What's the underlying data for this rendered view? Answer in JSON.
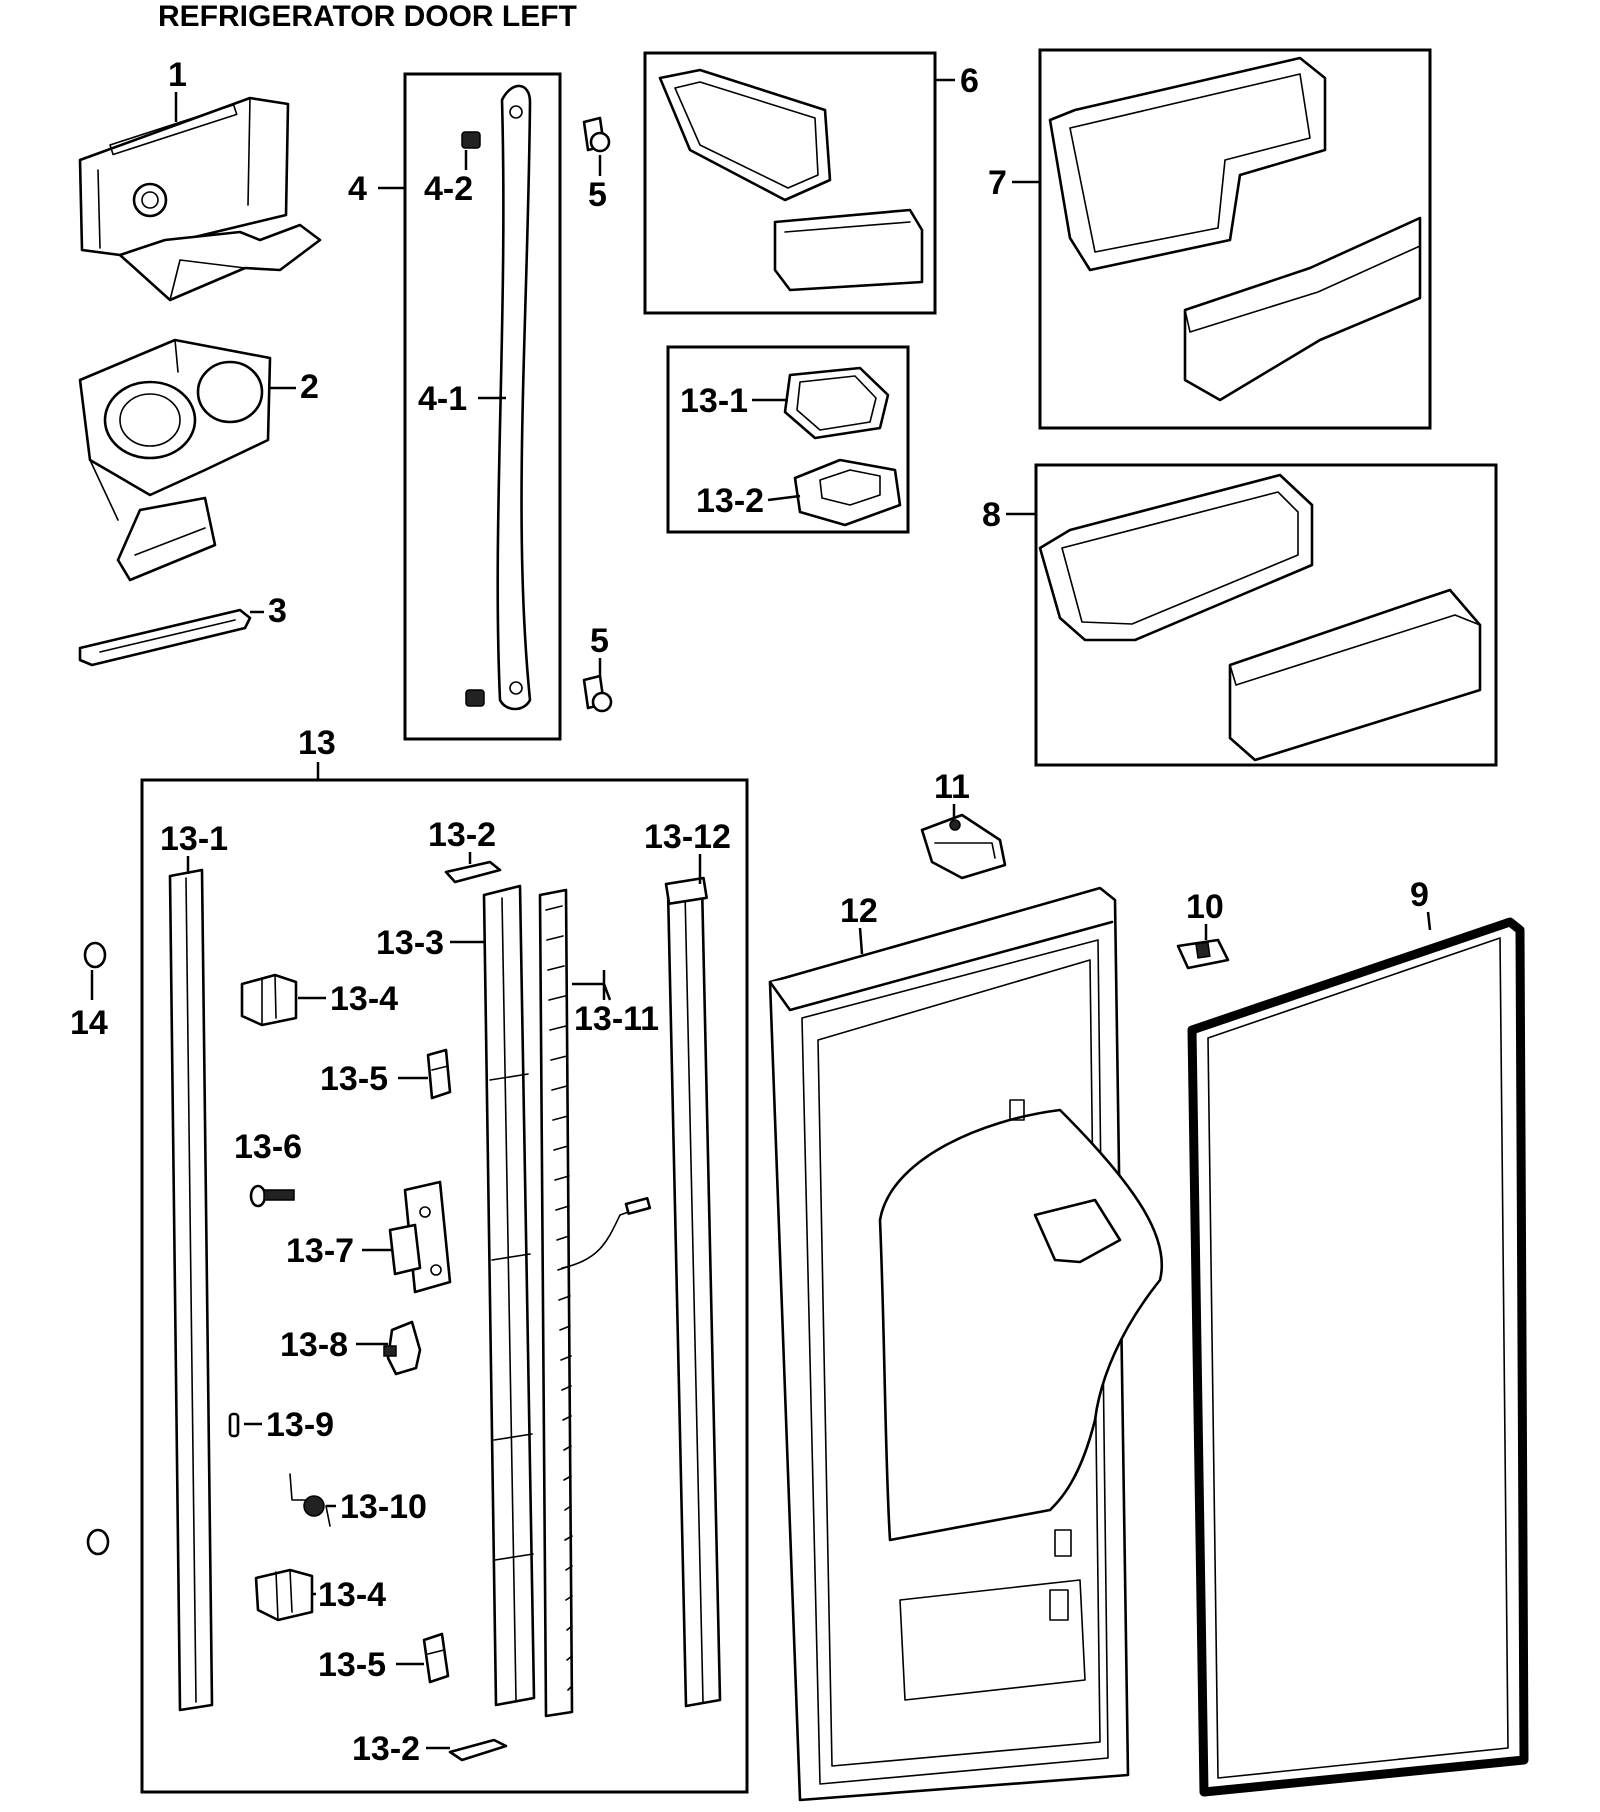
{
  "title": "REFRIGERATOR DOOR LEFT",
  "labels": {
    "p1": "1",
    "p2": "2",
    "p3": "3",
    "p4": "4",
    "p4_1": "4-1",
    "p4_2": "4-2",
    "p5_top": "5",
    "p5_bottom": "5",
    "p6": "6",
    "p7": "7",
    "p8": "8",
    "p9": "9",
    "p10": "10",
    "p11": "11",
    "p12": "12",
    "p13": "13",
    "p14": "14",
    "kit_13_1": "13-1",
    "kit_13_2": "13-2",
    "p13_1": "13-1",
    "p13_2_top": "13-2",
    "p13_2_bottom": "13-2",
    "p13_3": "13-3",
    "p13_4_top": "13-4",
    "p13_4_bottom": "13-4",
    "p13_5_top": "13-5",
    "p13_5_bottom": "13-5",
    "p13_6": "13-6",
    "p13_7": "13-7",
    "p13_8": "13-8",
    "p13_9": "13-9",
    "p13_10": "13-10",
    "p13_11": "13-11",
    "p13_12": "13-12"
  }
}
